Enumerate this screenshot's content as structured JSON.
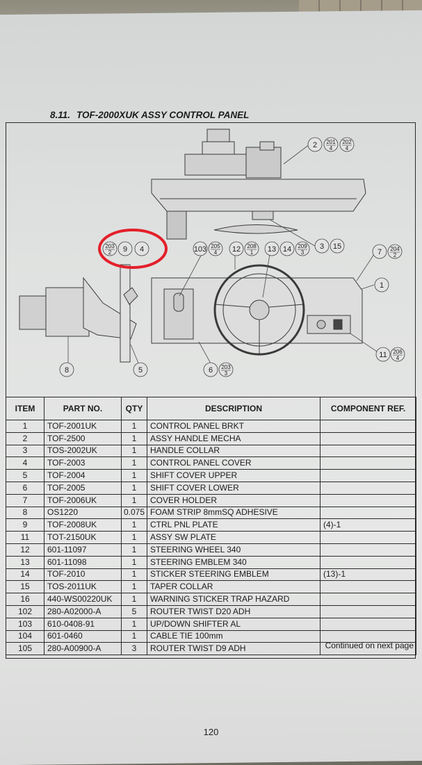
{
  "section": {
    "number": "8.11.",
    "title": "TOF-2000XUK ASSY CONTROL PANEL"
  },
  "diagram": {
    "callouts": [
      {
        "main": "2",
        "subs": [
          {
            "top": "201",
            "bottom": "4"
          },
          {
            "top": "202",
            "bottom": "4"
          }
        ]
      },
      {
        "main": "",
        "subs": [
          {
            "top": "203",
            "bottom": "2"
          }
        ]
      },
      {
        "main": "9",
        "subs": []
      },
      {
        "main": "4",
        "subs": []
      },
      {
        "main": "103",
        "subs": [
          {
            "top": "205",
            "bottom": "4"
          }
        ]
      },
      {
        "main": "12",
        "subs": [
          {
            "top": "208",
            "bottom": "1"
          }
        ]
      },
      {
        "main": "13",
        "subs": []
      },
      {
        "main": "14",
        "subs": [
          {
            "top": "209",
            "bottom": "3"
          }
        ]
      },
      {
        "main": "3",
        "subs": []
      },
      {
        "main": "15",
        "subs": []
      },
      {
        "main": "7",
        "subs": [
          {
            "top": "204",
            "bottom": "2"
          }
        ]
      },
      {
        "main": "1",
        "subs": []
      },
      {
        "main": "8",
        "subs": []
      },
      {
        "main": "5",
        "subs": []
      },
      {
        "main": "6",
        "subs": [
          {
            "top": "203",
            "bottom": "3"
          }
        ]
      },
      {
        "main": "11",
        "subs": [
          {
            "top": "206",
            "bottom": "4"
          }
        ]
      }
    ],
    "highlight_color": "#e3202a"
  },
  "table": {
    "headers": [
      "ITEM",
      "PART NO.",
      "QTY",
      "DESCRIPTION",
      "COMPONENT REF."
    ],
    "rows": [
      [
        "1",
        "TOF-2001UK",
        "1",
        "CONTROL PANEL BRKT",
        ""
      ],
      [
        "2",
        "TOF-2500",
        "1",
        "ASSY HANDLE MECHA",
        ""
      ],
      [
        "3",
        "TOS-2002UK",
        "1",
        "HANDLE COLLAR",
        ""
      ],
      [
        "4",
        "TOF-2003",
        "1",
        "CONTROL PANEL COVER",
        ""
      ],
      [
        "5",
        "TOF-2004",
        "1",
        "SHIFT COVER UPPER",
        ""
      ],
      [
        "6",
        "TOF-2005",
        "1",
        "SHIFT COVER LOWER",
        ""
      ],
      [
        "7",
        "TOF-2006UK",
        "1",
        "COVER HOLDER",
        ""
      ],
      [
        "8",
        "OS1220",
        "0.075",
        "FOAM STRIP 8mmSQ ADHESIVE",
        ""
      ],
      [
        "9",
        "TOF-2008UK",
        "1",
        "CTRL PNL PLATE",
        "(4)-1"
      ],
      [
        "11",
        "TOT-2150UK",
        "1",
        "ASSY SW PLATE",
        ""
      ],
      [
        "12",
        "601-11097",
        "1",
        "STEERING WHEEL 340",
        ""
      ],
      [
        "13",
        "601-11098",
        "1",
        "STEERING EMBLEM 340",
        ""
      ],
      [
        "14",
        "TOF-2010",
        "1",
        "STICKER STEERING EMBLEM",
        "(13)-1"
      ],
      [
        "15",
        "TOS-2011UK",
        "1",
        "TAPER COLLAR",
        ""
      ],
      [
        "16",
        "440-WS00220UK",
        "1",
        "WARNING STICKER TRAP HAZARD",
        ""
      ],
      [
        "102",
        "280-A02000-A",
        "5",
        "ROUTER TWIST D20 ADH",
        ""
      ],
      [
        "103",
        "610-0408-91",
        "1",
        "UP/DOWN SHIFTER AL",
        ""
      ],
      [
        "104",
        "601-0460",
        "1",
        "CABLE TIE 100mm",
        ""
      ],
      [
        "105",
        "280-A00900-A",
        "3",
        "ROUTER TWIST D9 ADH",
        ""
      ]
    ]
  },
  "footer": {
    "continued": "Continued on next page",
    "page_number": "120"
  }
}
